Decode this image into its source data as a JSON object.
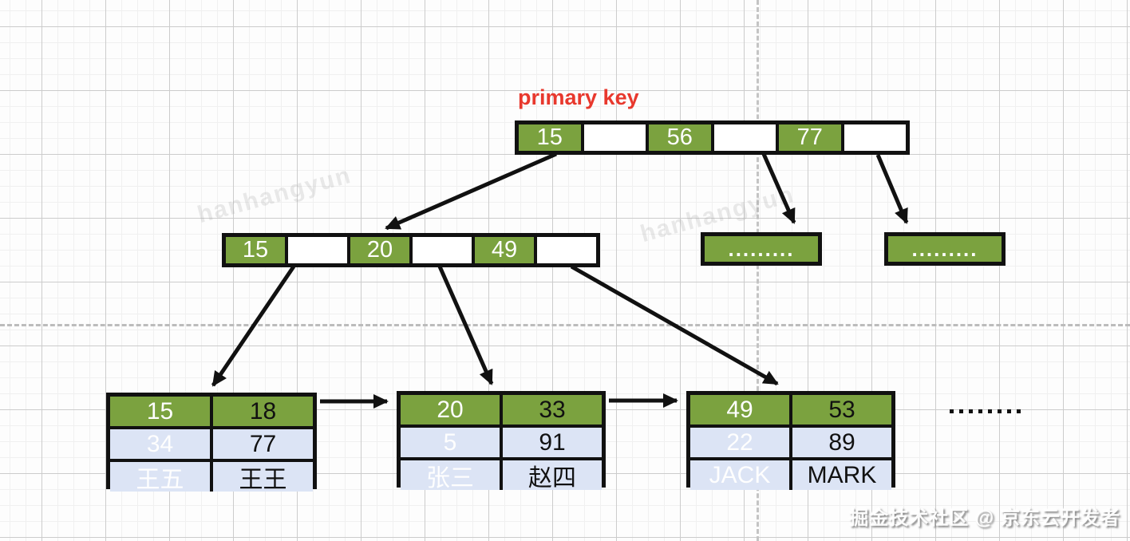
{
  "annotation": {
    "text": "primary key",
    "color": "#e8382d"
  },
  "index_nodes": {
    "root": {
      "keys": [
        "15",
        "56",
        "77"
      ]
    },
    "internal": {
      "keys": [
        "15",
        "20",
        "49"
      ]
    },
    "collapsed": [
      {
        "label": "........."
      },
      {
        "label": "........."
      }
    ]
  },
  "leaf_pages": [
    {
      "rows": [
        [
          "15",
          "18"
        ],
        [
          "34",
          "77"
        ],
        [
          "王五",
          "王王"
        ]
      ]
    },
    {
      "rows": [
        [
          "20",
          "33"
        ],
        [
          "5",
          "91"
        ],
        [
          "张三",
          "赵四"
        ]
      ]
    },
    {
      "rows": [
        [
          "49",
          "53"
        ],
        [
          "22",
          "89"
        ],
        [
          "JACK",
          "MARK"
        ]
      ]
    }
  ],
  "decorations": {
    "more_pages_indicator": ".............",
    "diagonal_watermark": "hanhangyun",
    "footer_watermark": "掘金技术社区 @ 京东云开发者"
  },
  "colors": {
    "key_green": "#7ba23f",
    "row_lavender": "#dce4f5",
    "annotation_red": "#e8382d",
    "line_black": "#111111",
    "dashed_guide_gray": "#bcbcbc",
    "grid_major": "#cccccc",
    "grid_minor": "#f0f0f0"
  }
}
